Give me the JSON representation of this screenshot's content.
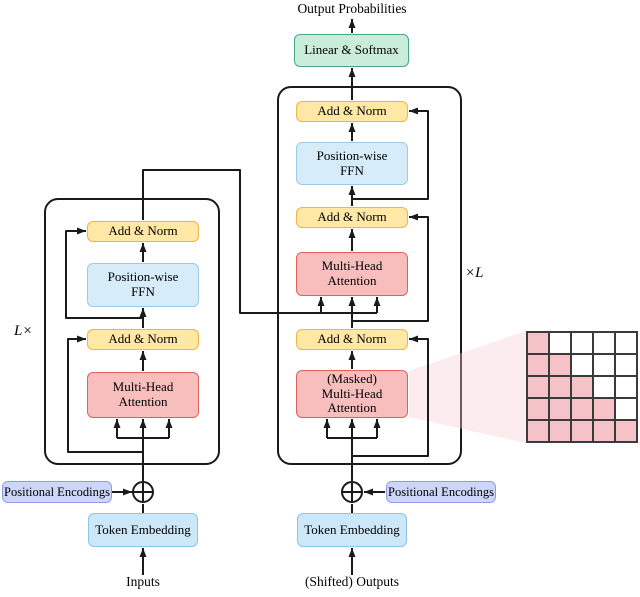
{
  "colors": {
    "line": "#1a1a1a",
    "add_norm_fill": "#FFE7A6",
    "add_norm_border": "#EFB548",
    "attention_fill": "#F8BEBE",
    "attention_border": "#E06060",
    "ffn_fill": "#D6ECF8",
    "ffn_border": "#9CCBE6",
    "softmax_fill": "#C9ECDB",
    "softmax_border": "#43A886",
    "embedding_fill": "#CBE7F8",
    "embedding_border": "#90C4E4",
    "positional_fill": "#CDD6F8",
    "positional_border": "#8E9BEC",
    "mask_cell_pink": "#F5C2C7",
    "mask_cell_white": "#FFFFFF",
    "mask_grid": "#3A3A3A",
    "wedge": "#F7CCD2"
  },
  "icons": {
    "sum_left": "circle-plus",
    "sum_right": "circle-plus"
  },
  "boxes": {
    "linear_softmax": "Linear & Softmax",
    "add_norm": "Add & Norm",
    "position_wise_ffn": "Position-wise\nFFN",
    "multi_head_attention": "Multi-Head\nAttention",
    "masked_multi_head_attention": "(Masked)\nMulti-Head\nAttention",
    "token_embedding": "Token Embedding",
    "positional_encodings": "Positional Encodings"
  },
  "labels": {
    "output_probabilities": "Output Probabilities",
    "inputs": "Inputs",
    "shifted_outputs": "(Shifted) Outputs",
    "encoder_repeat": "L×",
    "decoder_repeat": "×L"
  },
  "mask_matrix": {
    "rows": 5,
    "cols": 5,
    "cells": [
      [
        1,
        0,
        0,
        0,
        0
      ],
      [
        1,
        1,
        0,
        0,
        0
      ],
      [
        1,
        1,
        1,
        0,
        0
      ],
      [
        1,
        1,
        1,
        1,
        0
      ],
      [
        1,
        1,
        1,
        1,
        1
      ]
    ]
  }
}
